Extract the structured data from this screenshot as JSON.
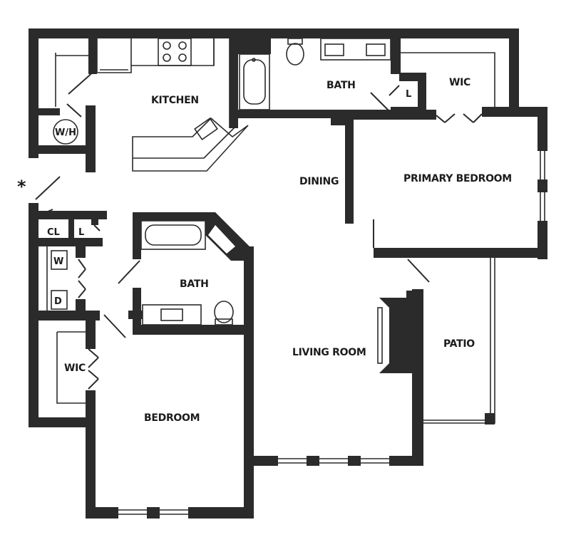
{
  "colors": {
    "wall": "#2b2b2b",
    "background": "#ffffff"
  },
  "rooms": {
    "kitchen": "KITCHEN",
    "bath_top": "BATH",
    "wic_top": "WIC",
    "dining": "DINING",
    "primary_bedroom": "PRIMARY BEDROOM",
    "closet": "CL",
    "linen_left": "L",
    "linen_top": "L",
    "washer": "W",
    "dryer": "D",
    "bath_mid": "BATH",
    "living_room": "LIVING ROOM",
    "patio": "PATIO",
    "wic_left": "WIC",
    "bedroom": "BEDROOM",
    "water_heater": "W/H"
  },
  "entry_marker": "*"
}
